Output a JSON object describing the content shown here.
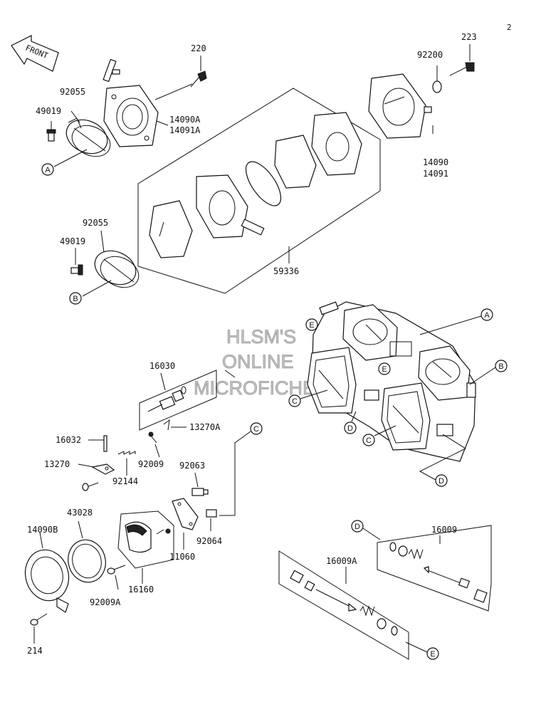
{
  "page": {
    "number": "2",
    "front_label": "FRONT"
  },
  "watermark": [
    "HLSM'S",
    "ONLINE",
    "MICROFICHE"
  ],
  "labels": {
    "p220": "220",
    "p223": "223",
    "p92200": "92200",
    "p92055_top": "92055",
    "p49019_top": "49019",
    "p14090A": "14090A",
    "p14091A": "14091A",
    "p14090": "14090",
    "p14091": "14091",
    "p92055_bot": "92055",
    "p49019_bot": "49019",
    "p59336": "59336",
    "p16030": "16030",
    "p13270A": "13270A",
    "p16032": "16032",
    "p13270": "13270",
    "p92009": "92009",
    "p92144": "92144",
    "p92063": "92063",
    "p14090B": "14090B",
    "p43028": "43028",
    "p92064": "92064",
    "p11060": "11060",
    "p16160": "16160",
    "p92009A": "92009A",
    "p214": "214",
    "p16009": "16009",
    "p16009A": "16009A"
  },
  "refs": {
    "A": "A",
    "B": "B",
    "C": "C",
    "D": "D",
    "E": "E"
  }
}
